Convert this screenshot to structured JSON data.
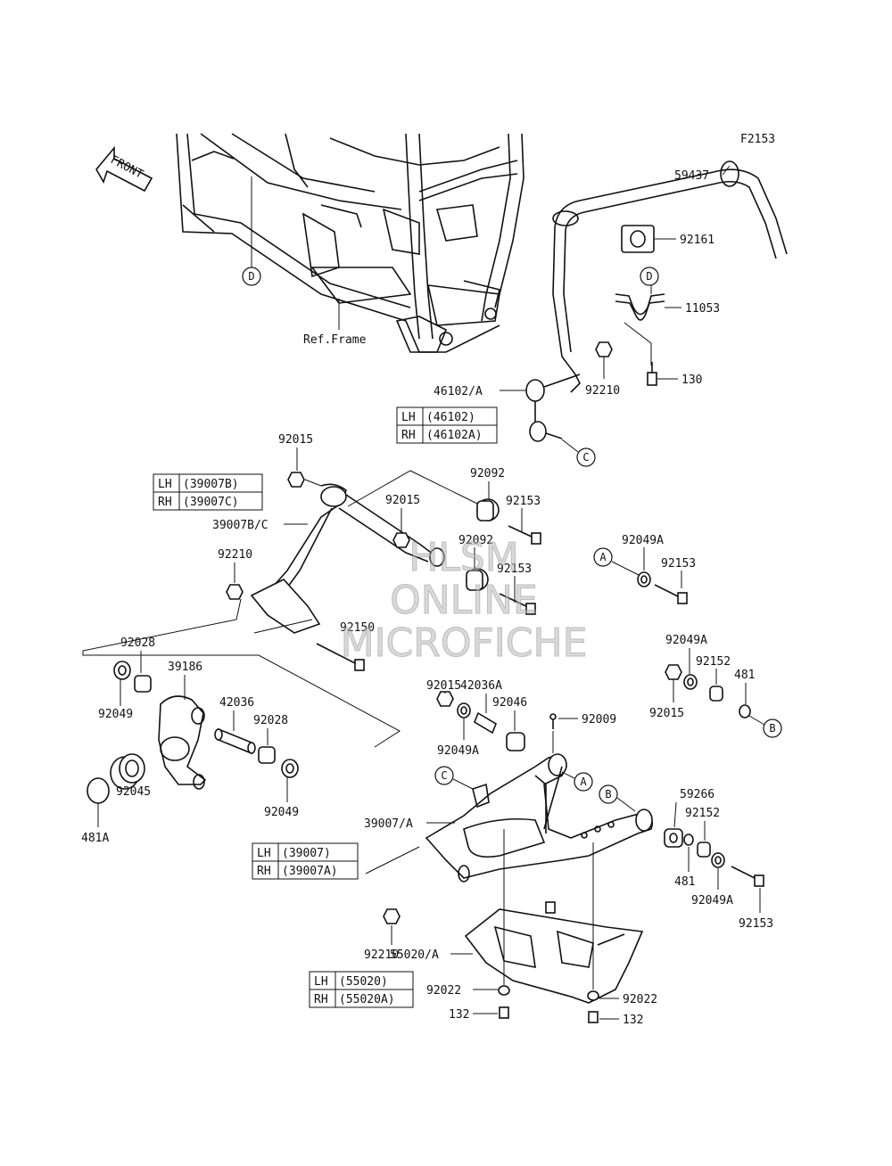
{
  "figure_code": "F2153",
  "front_arrow": "FRONT",
  "frame_label": "Ref.Frame",
  "watermark": [
    "HLSM",
    "ONLINE",
    "MICROFICHE"
  ],
  "callout_letters": [
    "A",
    "B",
    "C",
    "D"
  ],
  "part_numbers": [
    "59437",
    "92161",
    "11053",
    "130",
    "92210",
    "46102/A",
    "92015",
    "92092",
    "92153",
    "39007B/C",
    "92049A",
    "92150",
    "92028",
    "39186",
    "42036",
    "92049",
    "92045",
    "481A",
    "42036A",
    "92046",
    "92009",
    "92152",
    "481",
    "59266",
    "39007/A",
    "92022",
    "132",
    "55020/A"
  ],
  "tables": [
    {
      "id": "t46102",
      "rows": [
        {
          "side": "LH",
          "part": "(46102)"
        },
        {
          "side": "RH",
          "part": "(46102A)"
        }
      ]
    },
    {
      "id": "t39007bc",
      "rows": [
        {
          "side": "LH",
          "part": "(39007B)"
        },
        {
          "side": "RH",
          "part": "(39007C)"
        }
      ]
    },
    {
      "id": "t39007",
      "rows": [
        {
          "side": "LH",
          "part": "(39007)"
        },
        {
          "side": "RH",
          "part": "(39007A)"
        }
      ]
    },
    {
      "id": "t55020",
      "rows": [
        {
          "side": "LH",
          "part": "(55020)"
        },
        {
          "side": "RH",
          "part": "(55020A)"
        }
      ]
    }
  ]
}
